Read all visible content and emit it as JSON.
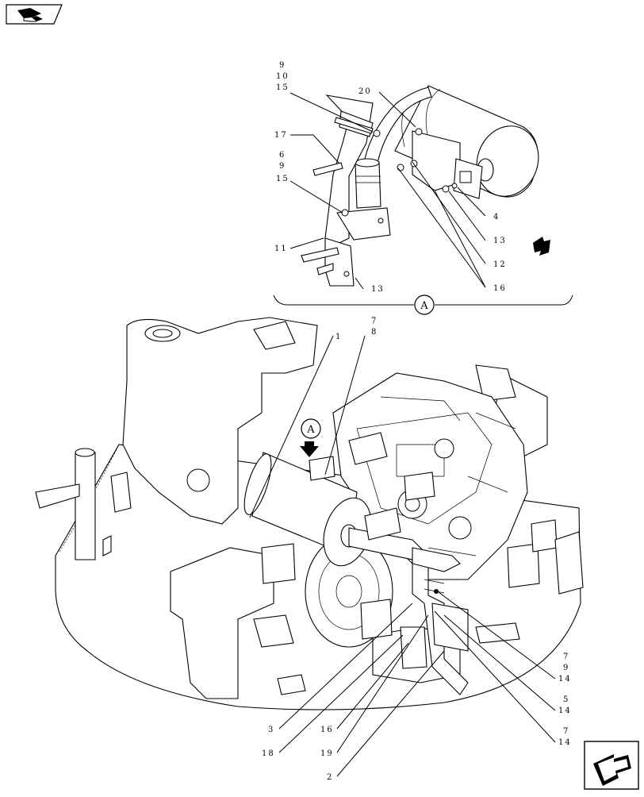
{
  "detail_marker": "A",
  "view_marker": "A",
  "detail_callouts": {
    "c1": [
      "9",
      "10",
      "15"
    ],
    "c2": [
      "17"
    ],
    "c3": [
      "6",
      "9",
      "15"
    ],
    "c4": [
      "11"
    ],
    "c5": [
      "13"
    ],
    "c6": [
      "20"
    ],
    "c7": [
      "4"
    ],
    "c8": [
      "13"
    ],
    "c9": [
      "12"
    ],
    "c10": [
      "16"
    ]
  },
  "main_callouts": {
    "top1": [
      "1"
    ],
    "top2": [
      "7",
      "8"
    ],
    "r1": [
      "7",
      "9",
      "14"
    ],
    "r2": [
      "5",
      "14"
    ],
    "r3": [
      "7",
      "14"
    ],
    "b1": [
      "3"
    ],
    "b2": [
      "16"
    ],
    "b3": [
      "18"
    ],
    "b4": [
      "19"
    ],
    "b5": [
      "2"
    ]
  },
  "icons": {
    "top_left": "book-navigation-icon",
    "bottom_right": "next-page-arrow-icon",
    "detail_arrow": "direction-arrow-icon"
  }
}
